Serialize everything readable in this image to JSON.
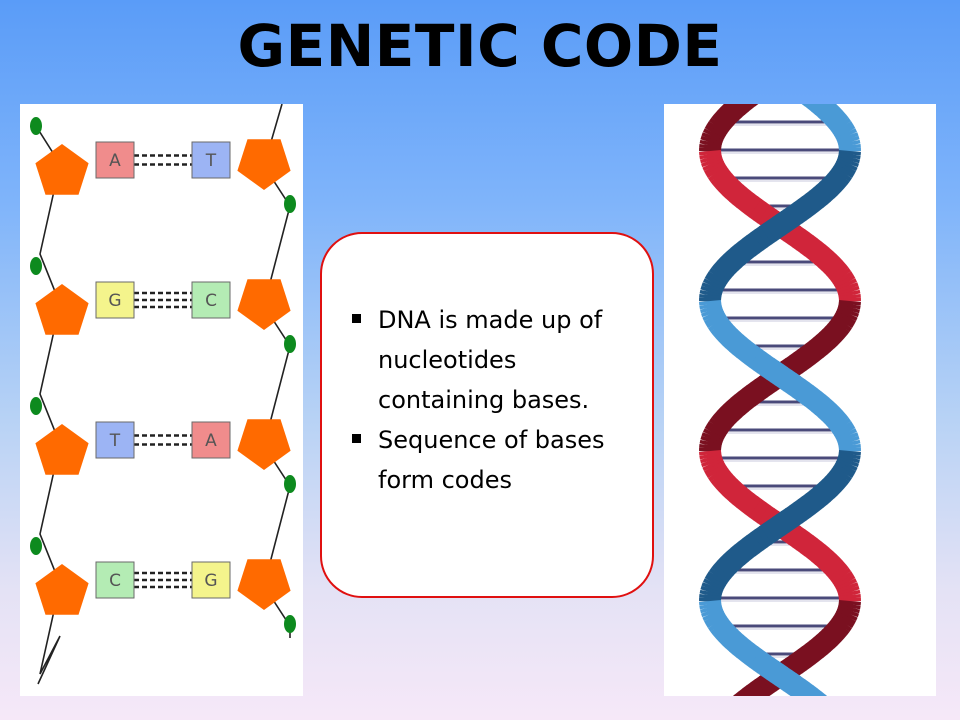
{
  "slide": {
    "title": "GENETIC CODE",
    "bullets": [
      "DNA is made up of nucleotides containing bases.",
      "Sequence of bases form codes"
    ]
  },
  "base_pairs": [
    {
      "left": "A",
      "right": "T",
      "left_color": "#f08c8c",
      "right_color": "#9cb4f4"
    },
    {
      "left": "G",
      "right": "C",
      "left_color": "#f4f48c",
      "right_color": "#b4ecb4"
    },
    {
      "left": "T",
      "right": "A",
      "left_color": "#9cb4f4",
      "right_color": "#f08c8c"
    },
    {
      "left": "C",
      "right": "G",
      "left_color": "#b4ecb4",
      "right_color": "#f4f48c"
    }
  ],
  "colors": {
    "sugar": "#ff6a00",
    "phosphate": "#0d8a1e",
    "callout_border": "#e01010",
    "helix_blue": "#4a9ad6",
    "helix_red": "#d0253a",
    "rung": "#4a4a7a"
  },
  "icons": {
    "sugar": "pentagon-sugar-icon",
    "phosphate": "phosphate-dot-icon"
  }
}
